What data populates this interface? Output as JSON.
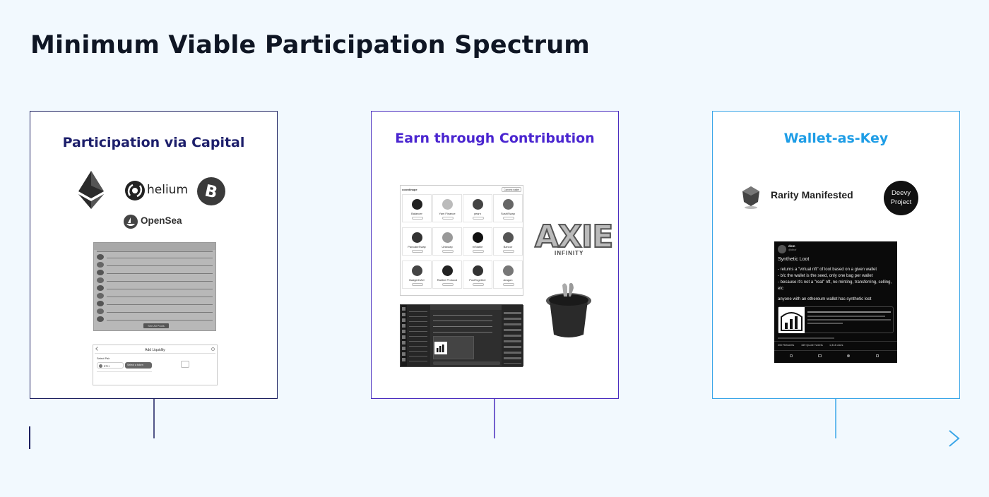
{
  "page_title": "Minimum Viable Participation Spectrum",
  "panels": [
    {
      "title": "Participation via Capital",
      "logos": [
        "ethereum-icon",
        "helium",
        "bitcoin-icon",
        "OpenSea"
      ],
      "helium_label": "helium",
      "opensea_label": "OpenSea",
      "add_liquidity": {
        "title": "Add Liquidity",
        "select_pair": "Select Pair",
        "token": "ETH",
        "select_token_button": "Select a token"
      },
      "table_footer_button": "See All Pools"
    },
    {
      "title": "Earn through Contribution",
      "dashboard": {
        "header": "coordinape",
        "action": "Connect wallet",
        "items": [
          "Balancer",
          "Yam Finance",
          "yearn",
          "SushiSwap",
          "PancakeSwap",
          "Uniswap",
          "mStable",
          "Bancor",
          "BadgerDAO",
          "Rarible Protocol",
          "PoolTogether",
          "Aragon"
        ]
      },
      "axie_label": "AXIE",
      "axie_sub": "INFINITY"
    },
    {
      "title": "Wallet-as-Key",
      "rarity_label": "Rarity Manifested",
      "deevy_label": "Deevy Project",
      "tweet": {
        "name": "dom",
        "handle": "@dhof",
        "headline": "Synthetic Loot",
        "lines": [
          "- returns a \"virtual nft\" of loot based on a given wallet",
          "- b/c the wallet is the seed, only one bag per wallet",
          "- because it's not a \"real\" nft, no minting, transferring, selling, etc",
          "anyone with an ethereum wallet has synthetic loot"
        ],
        "stats": [
          "200 Retweets",
          "169 Quote Tweets",
          "1,314 Likes"
        ]
      }
    }
  ],
  "colors": {
    "panel1": "#1c2060",
    "panel2": "#4a2dbf",
    "panel3": "#3aa6e8",
    "axis_start": "#1c2060",
    "axis_end": "#3aa6e8"
  }
}
